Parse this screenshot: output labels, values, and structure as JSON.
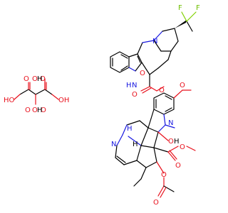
{
  "colors": {
    "background": "#ffffff",
    "bond": "#000000",
    "oxygen": "#e8101c",
    "nitrogen": "#1818e0",
    "fluorine": "#7fd000"
  },
  "tartrate": {
    "atoms": {
      "o1": "O",
      "h1": "HO",
      "o2": "O",
      "h2": "OH",
      "o3": "O",
      "h3": "HO",
      "o4": "O",
      "h4": "OH",
      "o5": "O",
      "h5": "H",
      "o6": "O",
      "h6": "H"
    }
  },
  "drug": {
    "atoms": {
      "f1": "F",
      "f2": "F",
      "n1": "N",
      "nh": "N",
      "nh_h": "H",
      "o_ome1": "O",
      "o_ome2": "O",
      "o_c1": "O",
      "o_c2": "O",
      "n2": "N",
      "h_ring": "H",
      "o_oh": "O",
      "oh_h": "H",
      "n3": "N",
      "o_ester1": "O",
      "o_ester2": "O",
      "o_ac1": "O",
      "o_ac2": "O",
      "h_n3": "H"
    }
  }
}
